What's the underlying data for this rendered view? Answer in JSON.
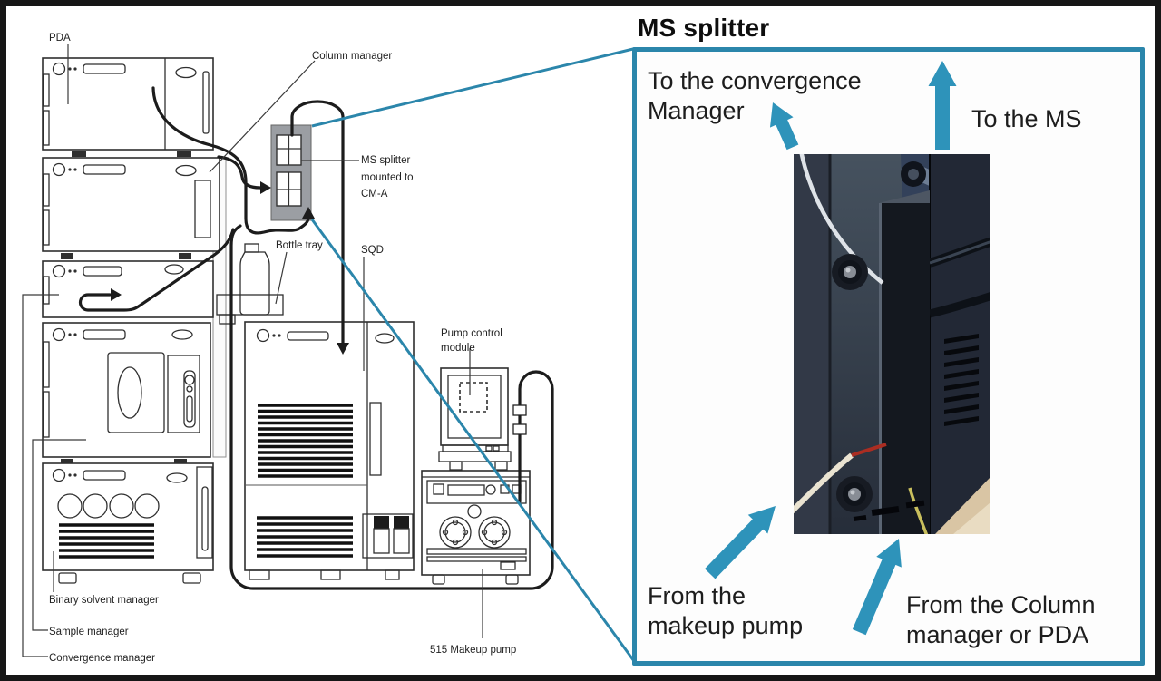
{
  "colors": {
    "accent_teal": "#2e93ba",
    "panel_border": "#2b86ab",
    "splitter_gray": "#9b9ea3",
    "diagram_line": "#2f2f2f"
  },
  "diagram": {
    "labels": {
      "pda": "PDA",
      "column_manager": "Column manager",
      "ms_splitter_1": "MS splitter",
      "ms_splitter_2": "mounted to",
      "ms_splitter_3": "CM-A",
      "bottle_tray": "Bottle tray",
      "sqd": "SQD",
      "pump_control_1": "Pump control",
      "pump_control_2": "module",
      "makeup_pump": "515 Makeup pump",
      "binary_solvent": "Binary solvent manager",
      "sample_manager": "Sample manager",
      "convergence_manager": "Convergence manager"
    }
  },
  "panel": {
    "title": "MS splitter",
    "to_convergence_1": "To the convergence",
    "to_convergence_2": "Manager",
    "to_ms": "To the MS",
    "from_makeup_1": "From the",
    "from_makeup_2": "makeup pump",
    "from_column_1": "From the Column",
    "from_column_2": "manager or PDA"
  }
}
